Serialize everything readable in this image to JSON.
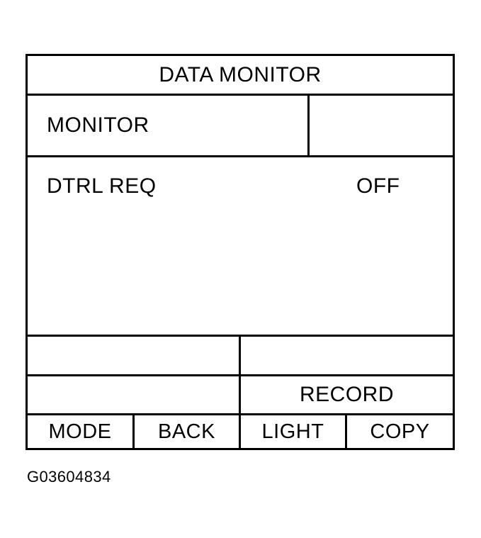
{
  "screen": {
    "title": "DATA MONITOR",
    "mode_label": "MONITOR",
    "mode_value": "",
    "data_rows": [
      {
        "parameter": "DTRL REQ",
        "value": "OFF"
      }
    ],
    "spacer_left": "",
    "spacer_right": "",
    "record_left": "",
    "record_label": "RECORD",
    "softkeys": [
      {
        "label": "MODE"
      },
      {
        "label": "BACK"
      },
      {
        "label": "LIGHT"
      },
      {
        "label": "COPY"
      }
    ]
  },
  "figure": {
    "caption": "G03604834"
  },
  "colors": {
    "ink": "#000000",
    "paper": "#ffffff"
  }
}
